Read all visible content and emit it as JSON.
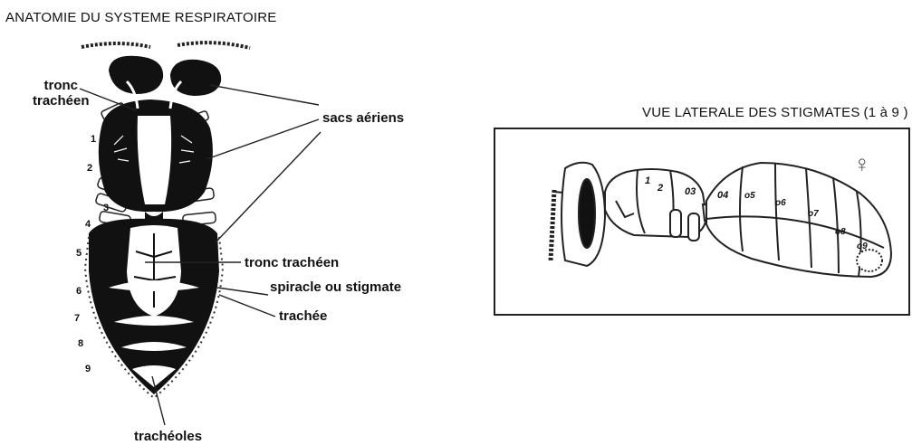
{
  "left_panel": {
    "title": "ANATOMIE DU SYSTEME RESPIRATOIRE",
    "labels": {
      "tronc_top_line1": "tronc",
      "tronc_top_line2": "trachéen",
      "sacs": "sacs aériens",
      "tronc_mid": "tronc  trachéen",
      "spiracle": "spiracle ou stigmate",
      "trachee": "trachée",
      "tracheoles": "trachéoles"
    },
    "segment_numbers": [
      "1",
      "2",
      "3",
      "4",
      "5",
      "6",
      "7",
      "8",
      "9"
    ]
  },
  "right_panel": {
    "title": "VUE LATERALE DES STIGMATES",
    "title_suffix": "(1 à 9 )",
    "stigma_numbers": [
      "1",
      "2",
      "03",
      "04",
      "o5",
      "o6",
      "o7",
      "o8",
      "o9"
    ],
    "sex_symbol": "♀"
  }
}
